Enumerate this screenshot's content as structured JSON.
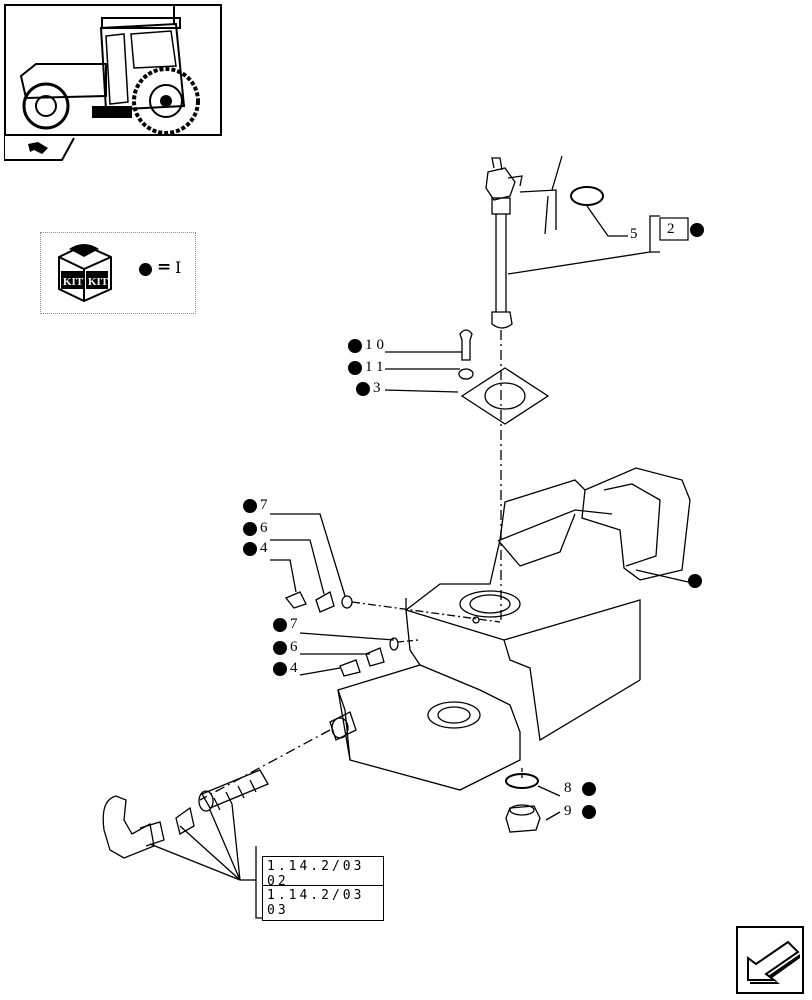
{
  "kit_legend": {
    "kit_label_1": "KIT",
    "kit_label_2": "KIT",
    "equals": "=",
    "value": "I"
  },
  "callouts": {
    "c5": "5",
    "c2": "2",
    "c10": "10",
    "c11": "11",
    "c3": "3",
    "c7a": "7",
    "c6a": "6",
    "c4a": "4",
    "c7b": "7",
    "c6b": "6",
    "c4b": "4",
    "c8": "8",
    "c9": "9"
  },
  "references": [
    "1.14.2/03 02",
    "1.14.2/03 03"
  ],
  "icons": {
    "tractor_thumbnail": "tractor-icon",
    "nav_arrow": "arrow-icon",
    "kit_box": "kit-box-icon",
    "bullet": "filled-circle"
  }
}
